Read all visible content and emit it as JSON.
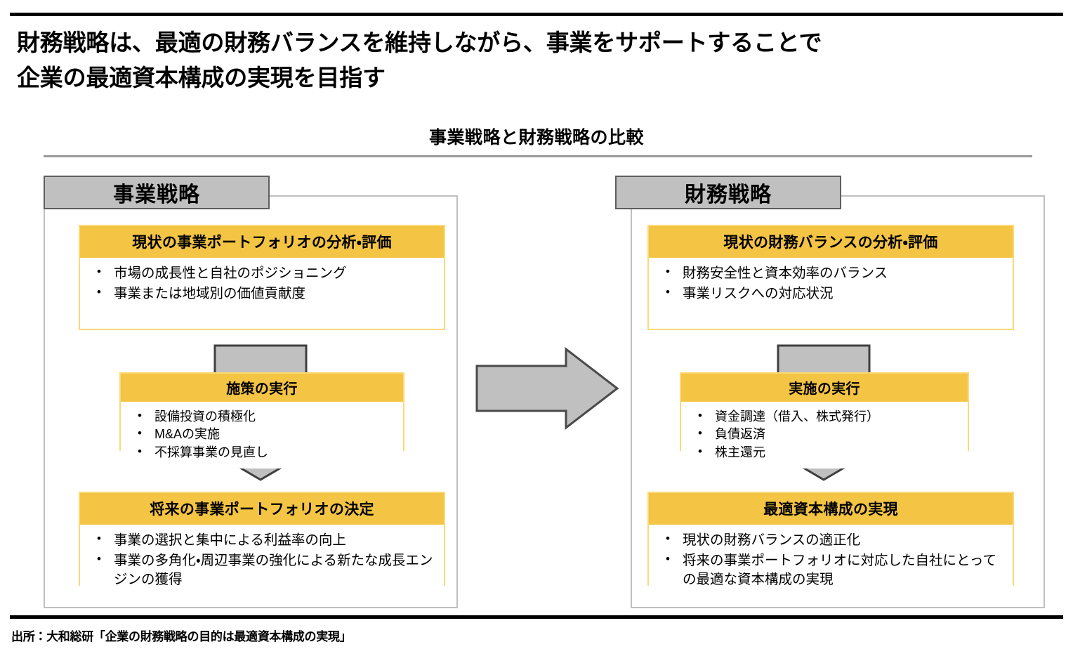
{
  "heading": "財務戦略は、最適の財務バランスを維持しながら、事業をサポートすることで\n企業の最適資本構成の実現を目指す",
  "section_title": "事業戦略と財務戦略の比較",
  "colors": {
    "accent_yellow": "#f4c444",
    "card_border_yellow": "#fbd977",
    "gray_fill": "#c0c0c0",
    "gray_stroke": "#5e5e5e",
    "frame_gray": "#bfbfbf",
    "rule_black": "#000000"
  },
  "center_arrow": {
    "icon": "right-arrow-icon",
    "direction": "right"
  },
  "columns": [
    {
      "id": "business-strategy",
      "tab_label": "事業戦略",
      "cards": [
        {
          "id": "current-portfolio-analysis",
          "title": "現状の事業ポートフォリオの分析・評価",
          "bullets": [
            "市場の成長性と自社のポジショニング",
            "事業または地域別の価値貢献度"
          ]
        },
        {
          "id": "measure-execution",
          "title": "施策の実行",
          "bullets": [
            "設備投資の積極化",
            "M&Aの実施",
            "不採算事業の見直し"
          ]
        },
        {
          "id": "future-portfolio-decision",
          "title": "将来の事業ポートフォリオの決定",
          "bullets": [
            "事業の選択と集中による利益率の向上",
            "事業の多角化・周辺事業の強化による新たな成長エンジンの獲得"
          ]
        }
      ]
    },
    {
      "id": "financial-strategy",
      "tab_label": "財務戦略",
      "cards": [
        {
          "id": "current-balance-analysis",
          "title": "現状の財務バランスの分析・評価",
          "bullets": [
            "財務安全性と資本効率のバランス",
            "事業リスクへの対応状況"
          ]
        },
        {
          "id": "implementation-execution",
          "title": "実施の実行",
          "bullets": [
            "資金調達（借入、株式発行）",
            "負債返済",
            "株主還元"
          ]
        },
        {
          "id": "optimal-capital-structure",
          "title": "最適資本構成の実現",
          "bullets": [
            "現状の財務バランスの適正化",
            "将来の事業ポートフォリオに対応した自社にとっての最適な資本構成の実現"
          ]
        }
      ]
    }
  ],
  "source": "出所：大和総研「企業の財務戦略の目的は最適資本構成の実現」"
}
